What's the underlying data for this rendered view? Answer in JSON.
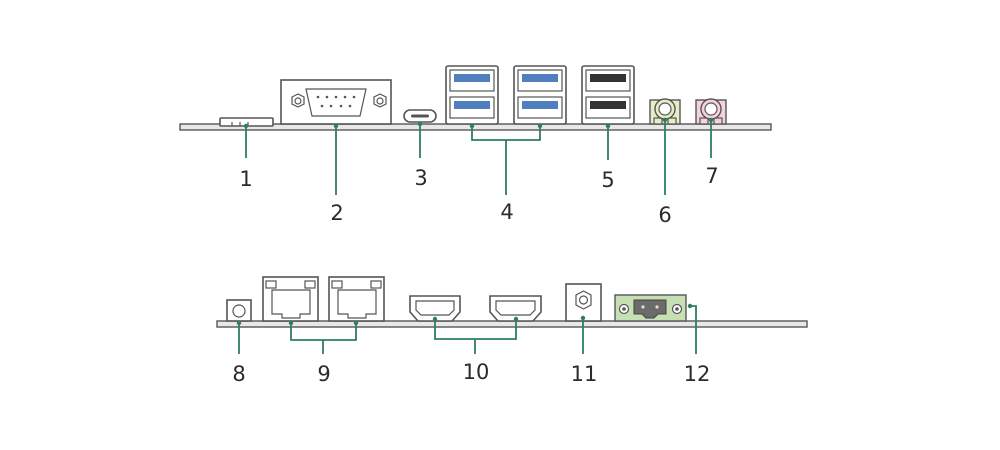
{
  "callouts": {
    "c1": "1",
    "c2": "2",
    "c3": "3",
    "c4": "4",
    "c5": "5",
    "c6": "6",
    "c7": "7",
    "c8": "8",
    "c9": "9",
    "c10": "10",
    "c11": "11",
    "c12": "12"
  },
  "colors": {
    "leader": "#2d7d68",
    "usb3_tongue": "#4f7fbf",
    "usb2_tongue": "#333333",
    "audio_green_jack": "#e3efc4",
    "audio_pink_jack": "#f4d3dc",
    "terminal_block": "#c6e0b4"
  }
}
